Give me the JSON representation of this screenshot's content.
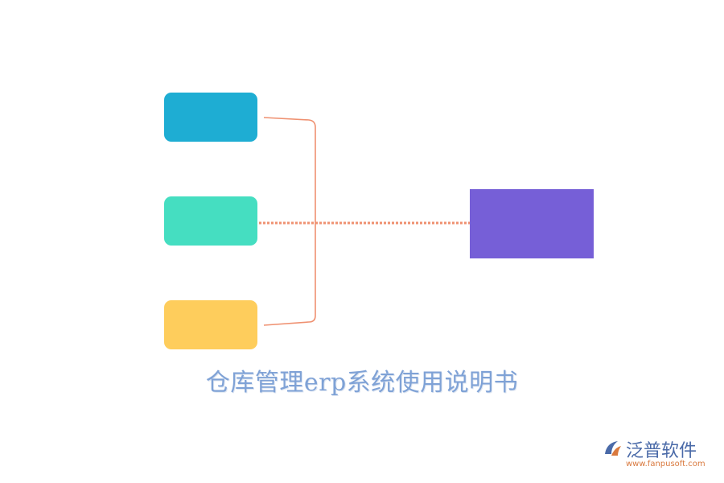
{
  "caption": "仓库管理erp系统使用说明书",
  "colors": {
    "node_1": "#1eadd3",
    "node_2": "#45dec1",
    "node_3": "#fecd5c",
    "target": "#765fd7",
    "connector": "#ef9171",
    "caption": "#7fa2d6"
  },
  "brand": {
    "name": "泛普软件",
    "url": "www.fanpusoft.com",
    "logo_icon": "fanpu-logo-icon"
  }
}
